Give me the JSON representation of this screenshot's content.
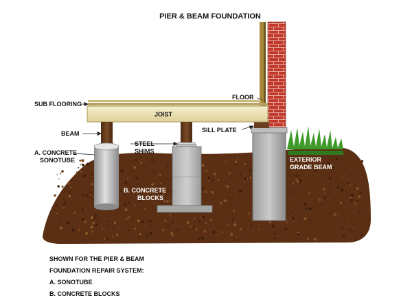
{
  "title": "PIER & BEAM FOUNDATION",
  "labels": {
    "floor": "FLOOR",
    "sub_flooring": "SUB FLOORING",
    "joist": "JOIST",
    "beam": "BEAM",
    "sill_plate": "SILL PLATE",
    "concrete_sonotube": [
      "A. CONCRETE",
      "SONOTUBE"
    ],
    "steel_shims": [
      "STEEL",
      "SHIMS"
    ],
    "concrete_blocks": [
      "B. CONCRETE",
      "BLOCKS"
    ],
    "exterior_grade_beam": [
      "EXTERIOR",
      "GRADE BEAM"
    ]
  },
  "caption": [
    "SHOWN FOR THE PIER & BEAM",
    "FOUNDATION REPAIR SYSTEM:",
    "A. SONOTUBE",
    "B. CONCRETE BLOCKS"
  ],
  "colors": {
    "soil": "#5a2f14",
    "soil_dark": "#3a1d0a",
    "soil_light": "#7a4a22",
    "joist": "#efe6b8",
    "beam": "#6a3e1e",
    "concrete": "#b9b9b9",
    "brick": "#c0392b",
    "grass": "#3f9a2a",
    "frame_wood": "#a8893a"
  }
}
